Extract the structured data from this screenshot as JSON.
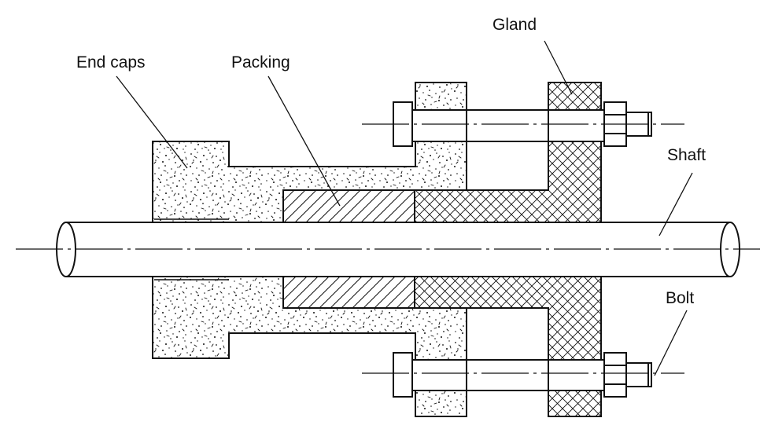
{
  "labels": {
    "gland": "Gland",
    "end_caps": "End caps",
    "packing": "Packing",
    "shaft": "Shaft",
    "bolt": "Bolt"
  },
  "colors": {
    "outline": "#111111",
    "background": "#ffffff"
  }
}
